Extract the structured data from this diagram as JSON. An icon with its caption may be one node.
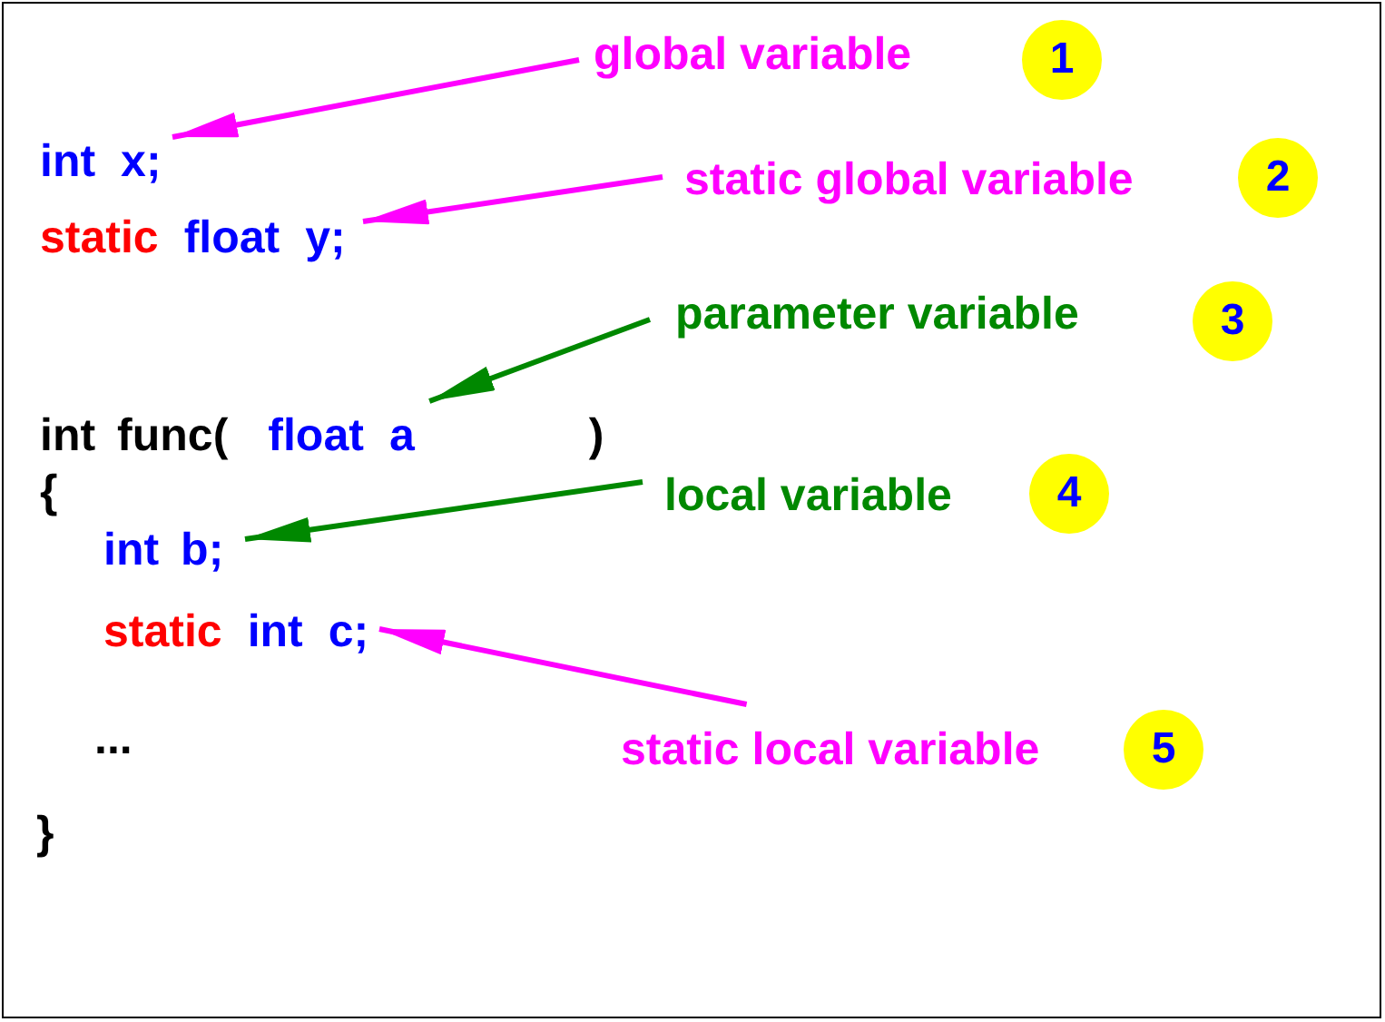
{
  "diagram": {
    "nodes": [
      {
        "text": [
          "global variable"
        ]
      },
      {
        "text": [
          "1"
        ]
      },
      {
        "text": [
          "int",
          "x;"
        ]
      },
      {
        "text": [
          "static global variable"
        ]
      },
      {
        "text": [
          "2"
        ]
      },
      {
        "text": [
          "static",
          "float",
          "y;"
        ]
      },
      {
        "text": [
          "parameter variable"
        ]
      },
      {
        "text": [
          "3"
        ]
      },
      {
        "text": [
          "int",
          "func(",
          "float",
          "a",
          ")"
        ]
      },
      {
        "text": [
          "local variable"
        ]
      },
      {
        "text": [
          "4"
        ]
      },
      {
        "text": [
          "int",
          "b;"
        ]
      },
      {
        "text": [
          "static",
          "int",
          "c;"
        ]
      },
      {
        "text": [
          "static local variable"
        ]
      },
      {
        "text": [
          "5"
        ]
      }
    ],
    "edges": [
      {
        "from": 0,
        "to": 2,
        "arrow": "to"
      },
      {
        "from": 3,
        "to": 5,
        "arrow": "to"
      },
      {
        "from": 6,
        "to": 8,
        "arrow": "to",
        "color": "#008800"
      },
      {
        "from": 9,
        "to": 11,
        "arrow": "to",
        "color": "#008800"
      },
      {
        "from": 13,
        "to": 12,
        "arrow": "to"
      }
    ],
    "labels": [
      "{",
      "...",
      "}"
    ]
  }
}
